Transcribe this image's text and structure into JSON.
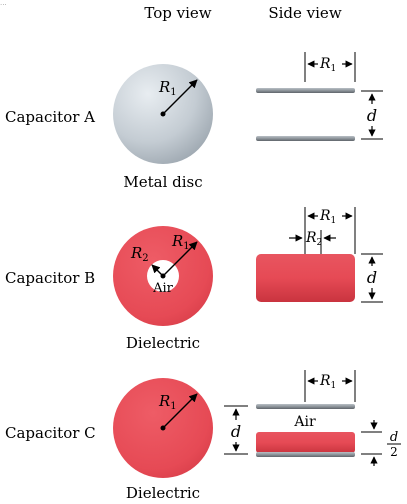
{
  "header": {
    "clipped_text": "...",
    "top_view": "Top view",
    "side_view": "Side view"
  },
  "capacitors": [
    {
      "name": "Capacitor A",
      "caption": "Metal disc"
    },
    {
      "name": "Capacitor B",
      "caption": "Dielectric",
      "hole_label": "Air"
    },
    {
      "name": "Capacitor C",
      "caption": "Dielectric",
      "gap_label": "Air"
    }
  ],
  "symbols": {
    "r1": "R",
    "r1_sub": "1",
    "r2": "R",
    "r2_sub": "2",
    "d": "d",
    "half_num": "d",
    "half_den": "2"
  },
  "colors": {
    "metal_light": "#e3e8ed",
    "metal_dark": "#9aa4ad",
    "dielectric": "#e64a55",
    "dielectric_dark": "#c0303c",
    "plate_edge": "#6d7278",
    "line": "#000000"
  }
}
